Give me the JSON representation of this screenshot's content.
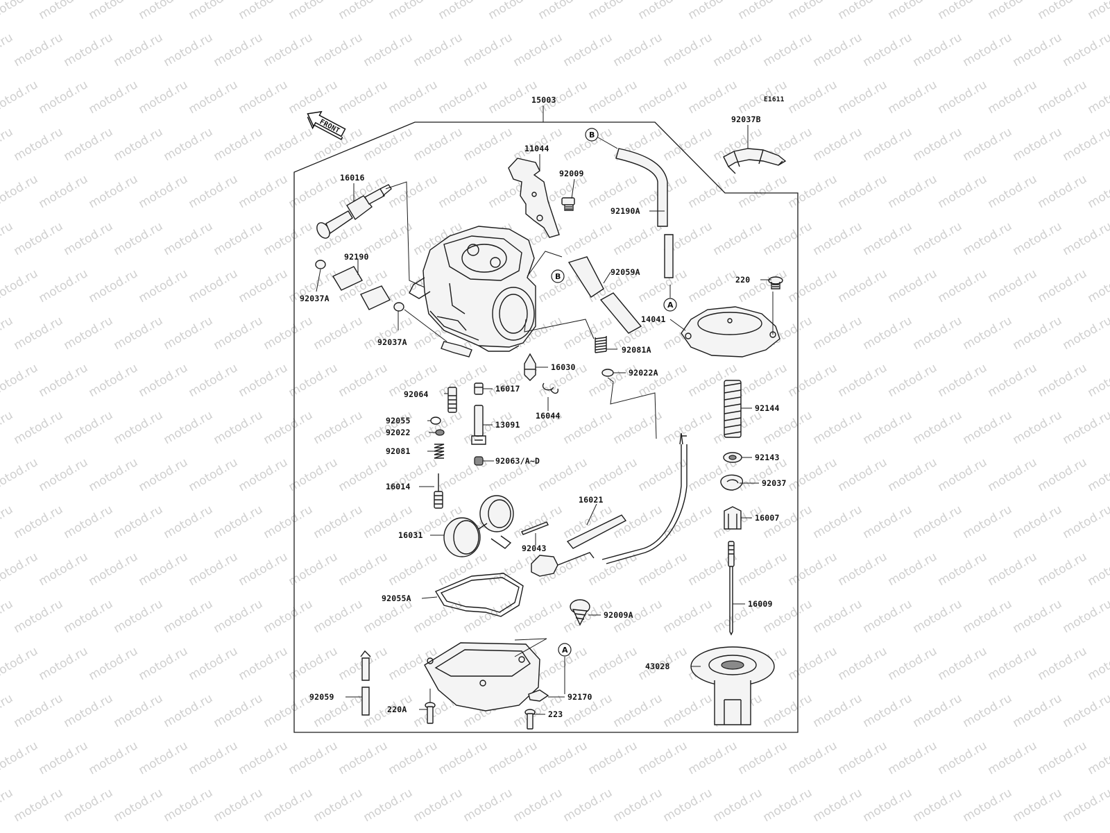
{
  "watermark": "motod.ru",
  "diagram_code": "E1611",
  "front_label": "FRONT",
  "callouts": {
    "a": "A",
    "b": "B"
  },
  "parts": [
    "15003",
    "92037B",
    "11044",
    "92009",
    "16016",
    "92190A",
    "92190",
    "92059A",
    "92037A",
    "92037A",
    "220",
    "14041",
    "92081A",
    "16030",
    "92022A",
    "92064",
    "16017",
    "16044",
    "92055",
    "92022",
    "13091",
    "92081",
    "92063/A~D",
    "92144",
    "92143",
    "92037",
    "16014",
    "16021",
    "16007",
    "16031",
    "92043",
    "92055A",
    "92009A",
    "16009",
    "43028",
    "92170",
    "92059",
    "220A",
    "223"
  ]
}
